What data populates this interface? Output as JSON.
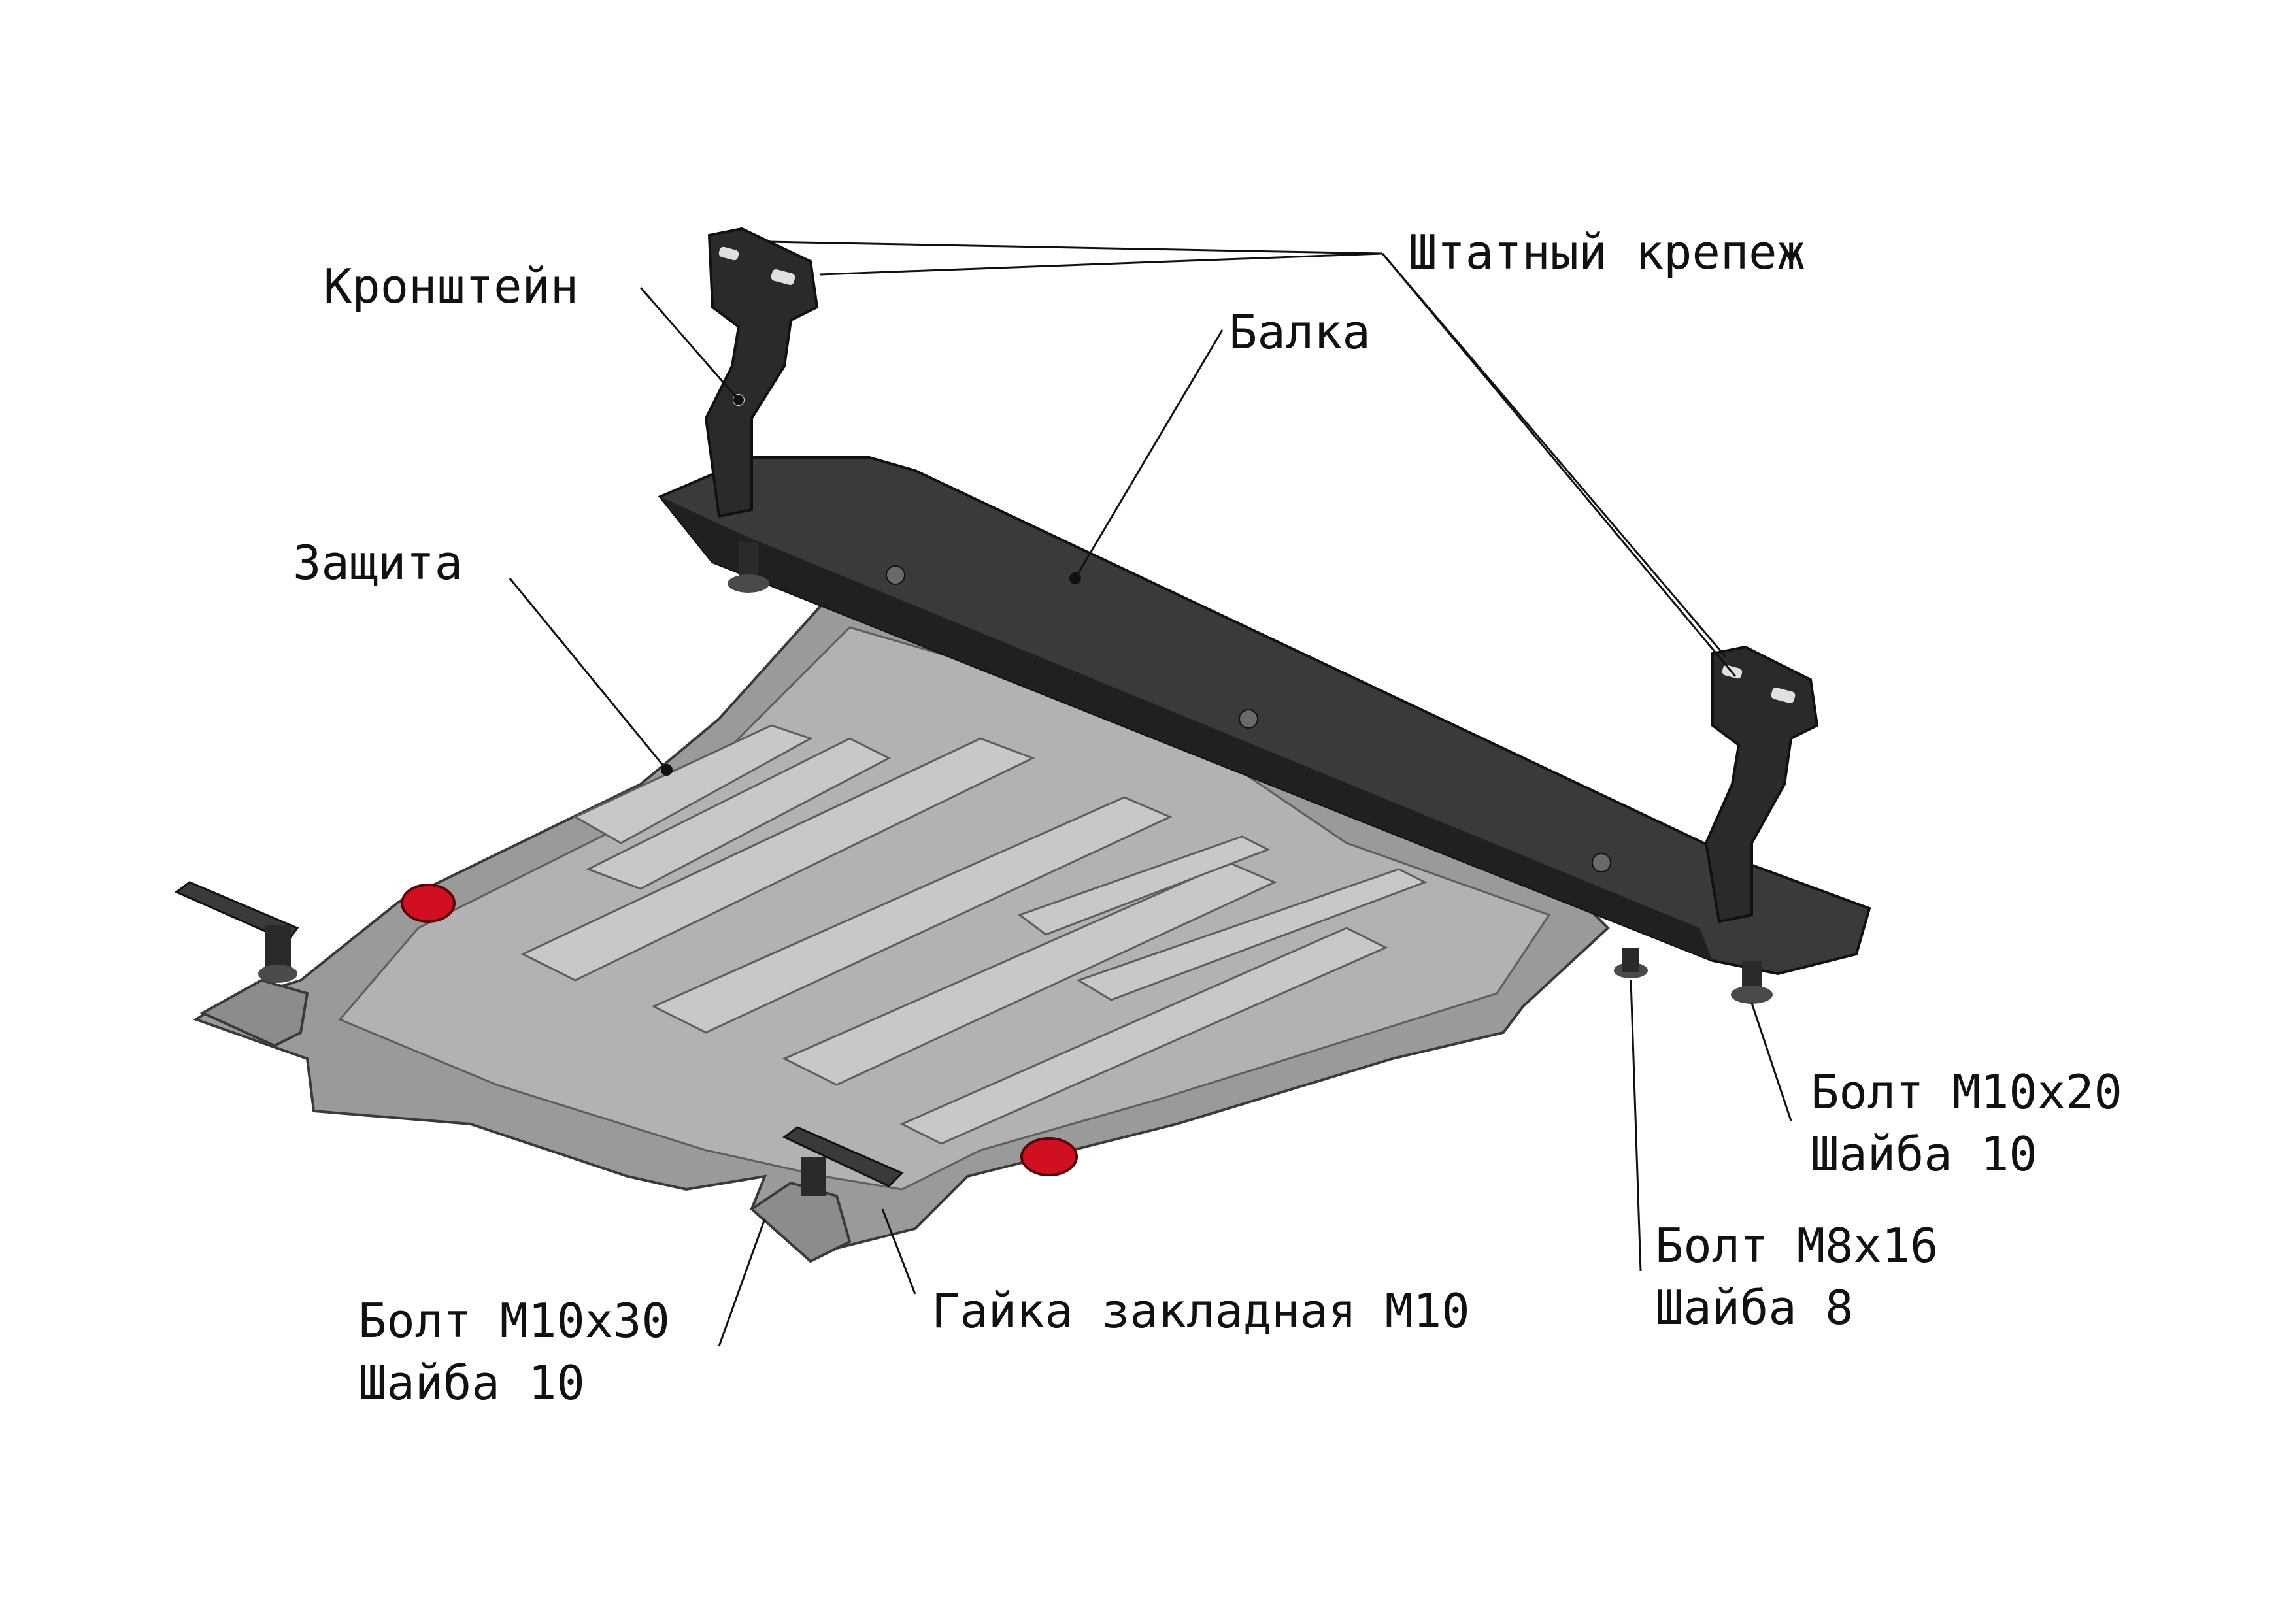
{
  "labels": {
    "bracket": "Кронштейн",
    "standard_fastener": "Штатный крепеж",
    "beam": "Балка",
    "guard": "Защита",
    "bolt_m10x20": "Болт М10х20",
    "washer_10_right": "Шайба 10",
    "bolt_m8x16": "Болт М8х16",
    "washer_8": "Шайба 8",
    "bolt_m10x30": "Болт М10х30",
    "washer_10_left": "Шайба 10",
    "insert_nut_m10": "Гайка закладная М10"
  },
  "colors": {
    "guard_fill": "#9a9a9a",
    "guard_light": "#c4c4c4",
    "guard_dark": "#5e5e5e",
    "beam_fill": "#3a3a3a",
    "plug_red": "#d01020",
    "leader": "#111111"
  }
}
